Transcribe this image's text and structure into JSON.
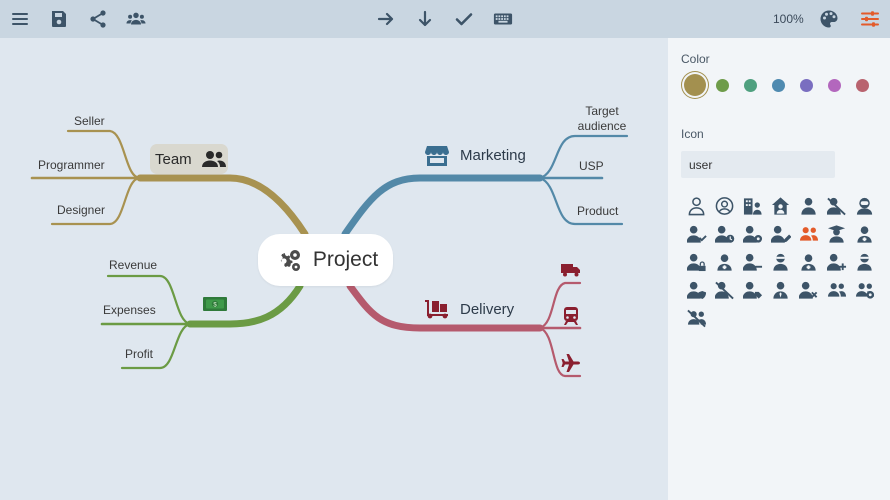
{
  "toolbar": {
    "zoom": "100%",
    "left_icons": [
      "menu-icon",
      "save-icon",
      "share-icon",
      "group-icon"
    ],
    "center_icons": [
      "arrow-right-icon",
      "arrow-down-icon",
      "check-icon",
      "keyboard-icon"
    ],
    "right_icons": [
      "palette-icon",
      "settings-sliders-icon"
    ],
    "icon_color": "#3d5468",
    "active_color": "#e35b2a"
  },
  "mindmap": {
    "root": {
      "label": "Project",
      "icon": "gears-icon"
    },
    "team": {
      "label": "Team",
      "icon": "users-icon",
      "color": "#a89250",
      "children": [
        "Seller",
        "Programmer",
        "Designer"
      ]
    },
    "marketing": {
      "label": "Marketing",
      "icon": "store-icon",
      "color": "#5389a8",
      "children": [
        "Target\naudience",
        "USP",
        "Product"
      ]
    },
    "finance": {
      "icon": "money-icon",
      "color": "#6b9b44",
      "children": [
        "Revenue",
        "Expenses",
        "Profit"
      ]
    },
    "delivery": {
      "label": "Delivery",
      "icon": "dolly-icon",
      "color": "#b55a6d",
      "children_icons": [
        "truck-icon",
        "train-icon",
        "plane-icon"
      ]
    }
  },
  "sidebar": {
    "color_title": "Color",
    "colors": [
      "#a3904f",
      "#6e9c4a",
      "#4fa07f",
      "#4f8ab0",
      "#7a6ec0",
      "#b367bd",
      "#b9636f"
    ],
    "selected_color_index": 0,
    "icon_title": "Icon",
    "search_value": "user",
    "icons": [
      "user-outline-icon",
      "user-circle-icon",
      "user-building-icon",
      "user-home-icon",
      "user-icon",
      "user-slash-icon",
      "user-astronaut-icon",
      "user-check-icon",
      "user-clock-icon",
      "user-cog-icon",
      "user-edit-icon",
      "users-icon",
      "user-graduate-icon",
      "user-injured-icon",
      "user-lock-icon",
      "user-doctor-icon",
      "user-minus-icon",
      "user-ninja-icon",
      "user-nurse-icon",
      "user-plus-icon",
      "user-secret-icon",
      "user-shield-icon",
      "user-slash-icon",
      "user-tag-icon",
      "user-tie-icon",
      "user-times-icon",
      "users-icon",
      "users-cog-icon",
      "users-slash-icon"
    ],
    "selected_icon_index": 11
  }
}
